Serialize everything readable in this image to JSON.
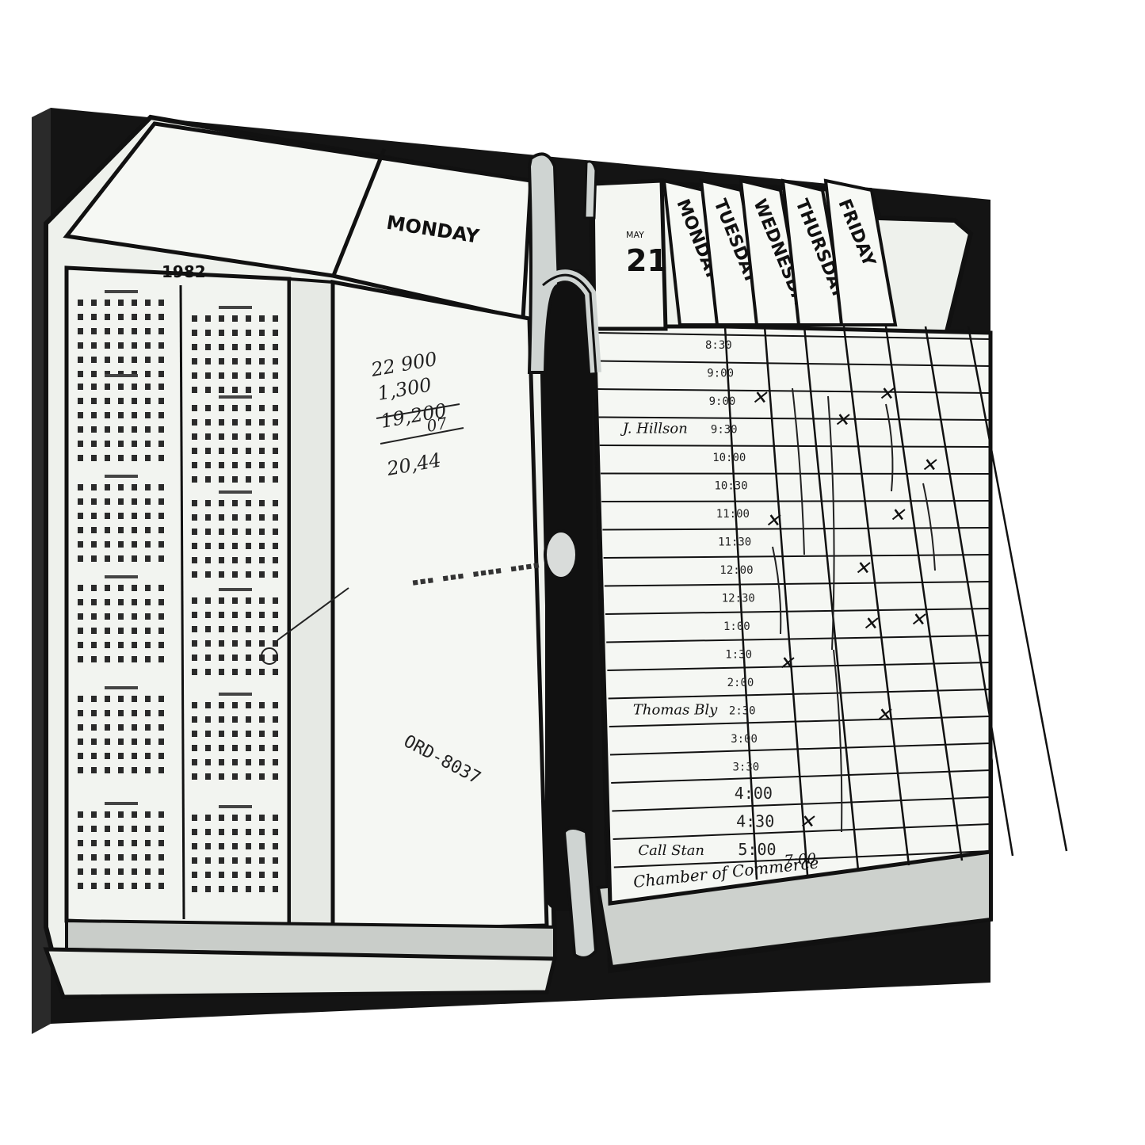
{
  "colors": {
    "canvas_black": "#141414",
    "paper": "#f4f6f2",
    "paper_shade": "#dfe3de",
    "ink": "#111111",
    "ring_metal": "#cfd4d2"
  },
  "calendar": {
    "year": "1982",
    "month_code": "MAY"
  },
  "left_page": {
    "heading": "MONDAY",
    "notes": [
      "22 900",
      "1,300",
      "19,200",
      "07",
      "20,44"
    ],
    "phone": "ORD-8037"
  },
  "right_page": {
    "date_number": "21",
    "days": [
      "MONDAY",
      "TUESDAY",
      "WEDNESDAY",
      "THURSDAY",
      "FRIDAY"
    ],
    "times": [
      "8:30",
      "9:00",
      "9:00",
      "9:30",
      "10:00",
      "10:30",
      "11:00",
      "11:30",
      "12:00",
      "12:30",
      "1:00",
      "1:30",
      "2:00",
      "2:30",
      "3:00",
      "3:30",
      "4:00",
      "4:30",
      "5:00"
    ],
    "entries": [
      {
        "time": "9:30",
        "text": "J. Hillson"
      },
      {
        "time": "2:30",
        "text": "Thomas Bly"
      },
      {
        "time": "5:00",
        "text": "Call Stan"
      }
    ],
    "bottom_note": "Chamber of Commerce",
    "bottom_time": "7:00"
  }
}
